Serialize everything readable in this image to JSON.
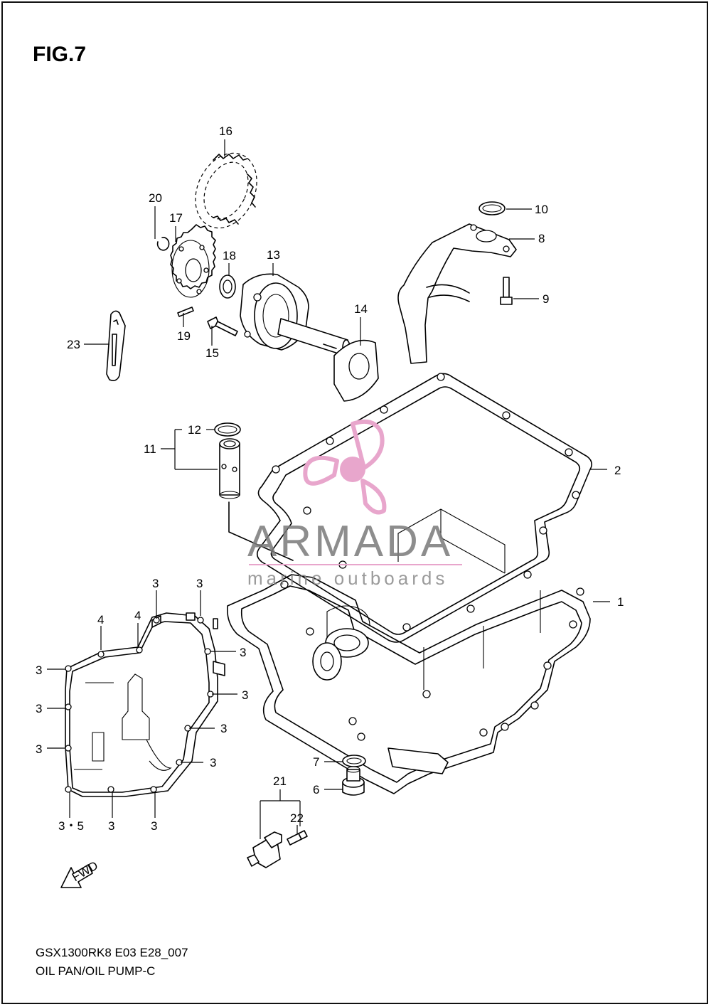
{
  "figure": {
    "title": "FIG.7",
    "model_code": "GSX1300RK8 E03 E28_007",
    "section_name": "OIL PAN/OIL PUMP-C"
  },
  "watermark": {
    "brand": "ARMADA",
    "tagline": "marine outboards",
    "color": "#e8a6cc"
  },
  "fwd_label": "FWD",
  "callouts": {
    "c1": "1",
    "c2": "2",
    "c6": "6",
    "c7": "7",
    "c8": "8",
    "c9": "9",
    "c10": "10",
    "c11": "11",
    "c12": "12",
    "c13": "13",
    "c14": "14",
    "c15": "15",
    "c16": "16",
    "c17": "17",
    "c18": "18",
    "c19": "19",
    "c20": "20",
    "c21": "21",
    "c22": "22",
    "c23": "23",
    "c4a": "4",
    "c4b": "4",
    "c3_top_a": "3",
    "c3_top_b": "3",
    "c3_r1": "3",
    "c3_r2": "3",
    "c3_r3": "3",
    "c3_r4": "3",
    "c3_l1": "3",
    "c3_l2": "3",
    "c3_l3": "3",
    "c3_b1": "3",
    "c3_b2": "3",
    "c35": "3・5"
  }
}
